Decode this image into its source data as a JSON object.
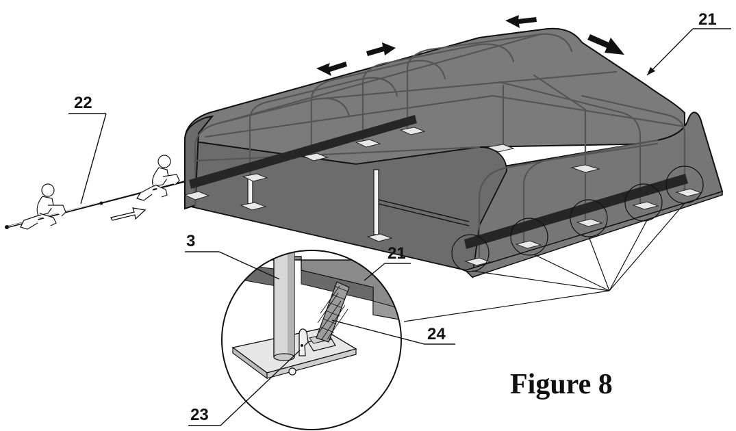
{
  "figure": {
    "caption": "Figure 8",
    "colors": {
      "cover": "#7a7a7a",
      "cover_dark": "#5b5b5b",
      "strap": "#262626",
      "frame": "#555555",
      "ink": "#111111"
    },
    "labels": {
      "cover_top": "21",
      "rod": "22",
      "post": "3",
      "cover_detail": "21",
      "strap_detail": "24",
      "latch": "23"
    }
  }
}
